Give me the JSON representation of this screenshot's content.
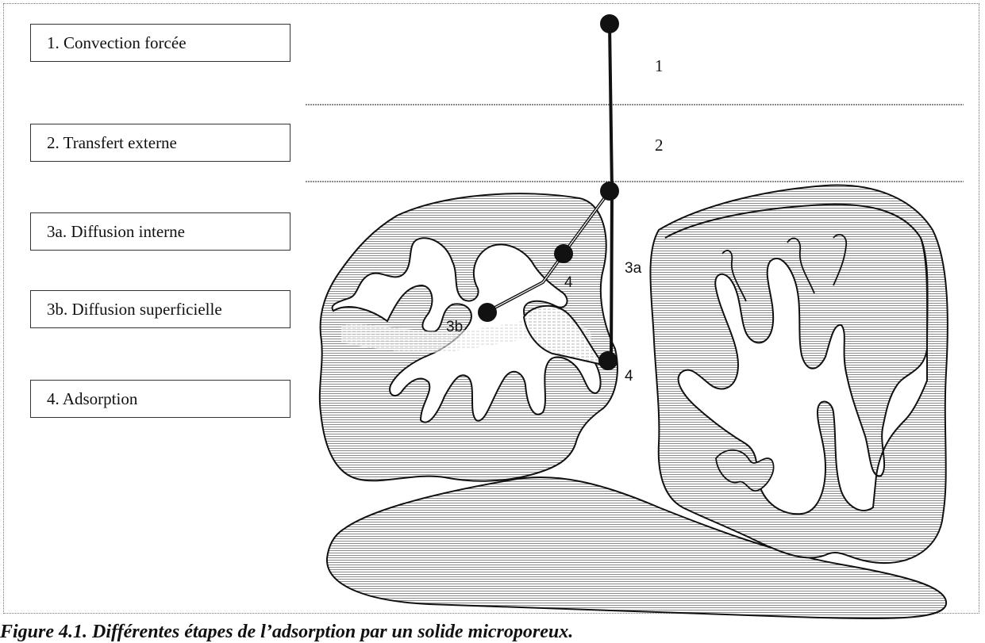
{
  "legend": {
    "step1": "1. Convection forcée",
    "step2": "2. Transfert externe",
    "step3a": "3a. Diffusion interne",
    "step3b": "3b. Diffusion superficielle",
    "step4": "4. Adsorption"
  },
  "diagram_labels": {
    "zone1": "1",
    "zone2": "2",
    "path3a": "3a",
    "path3b": "3b",
    "site4_left": "4",
    "site4_right": "4"
  },
  "caption": "Figure 4.1. Différentes étapes de l’adsorption par un solide microporeux."
}
